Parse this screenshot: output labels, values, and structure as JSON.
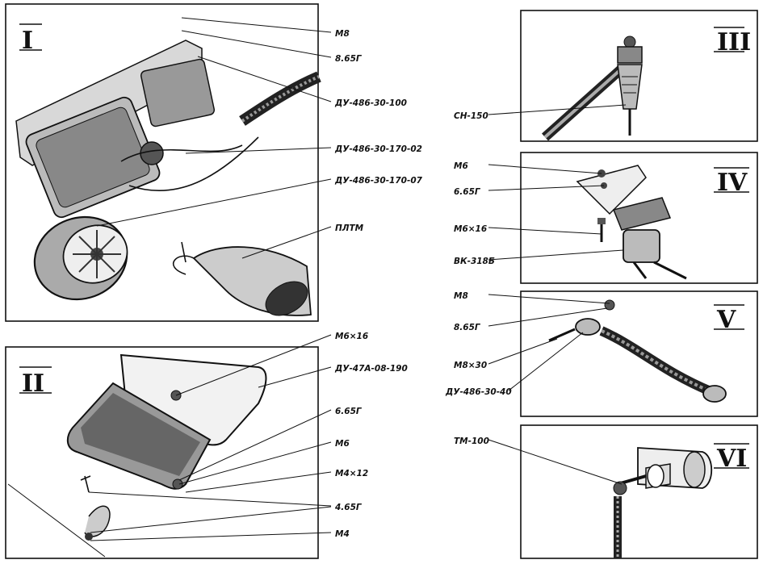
{
  "panels": [
    {
      "id": "I",
      "numeral": "I",
      "labels": [
        "М8",
        "8.65Г",
        "ДУ-486-30-100",
        "ДУ-486-30-170-02",
        "ДУ-486-30-170-07",
        "ПЛТМ"
      ]
    },
    {
      "id": "II",
      "numeral": "II",
      "labels": [
        "М6×16",
        "ДУ-47А-08-190",
        "6.65Г",
        "М6",
        "М4×12",
        "4.65Г",
        "М4"
      ]
    },
    {
      "id": "III",
      "numeral": "III",
      "labels": [
        "СН-150"
      ]
    },
    {
      "id": "IV",
      "numeral": "IV",
      "labels": [
        "М6",
        "6.65Г",
        "М6×16",
        "ВК-318Б"
      ]
    },
    {
      "id": "V",
      "numeral": "V",
      "labels": [
        "М8",
        "8.65Г",
        "М8×30",
        "ДУ-486-30-40"
      ]
    },
    {
      "id": "VI",
      "numeral": "VI",
      "labels": [
        "ТМ-100"
      ]
    }
  ]
}
